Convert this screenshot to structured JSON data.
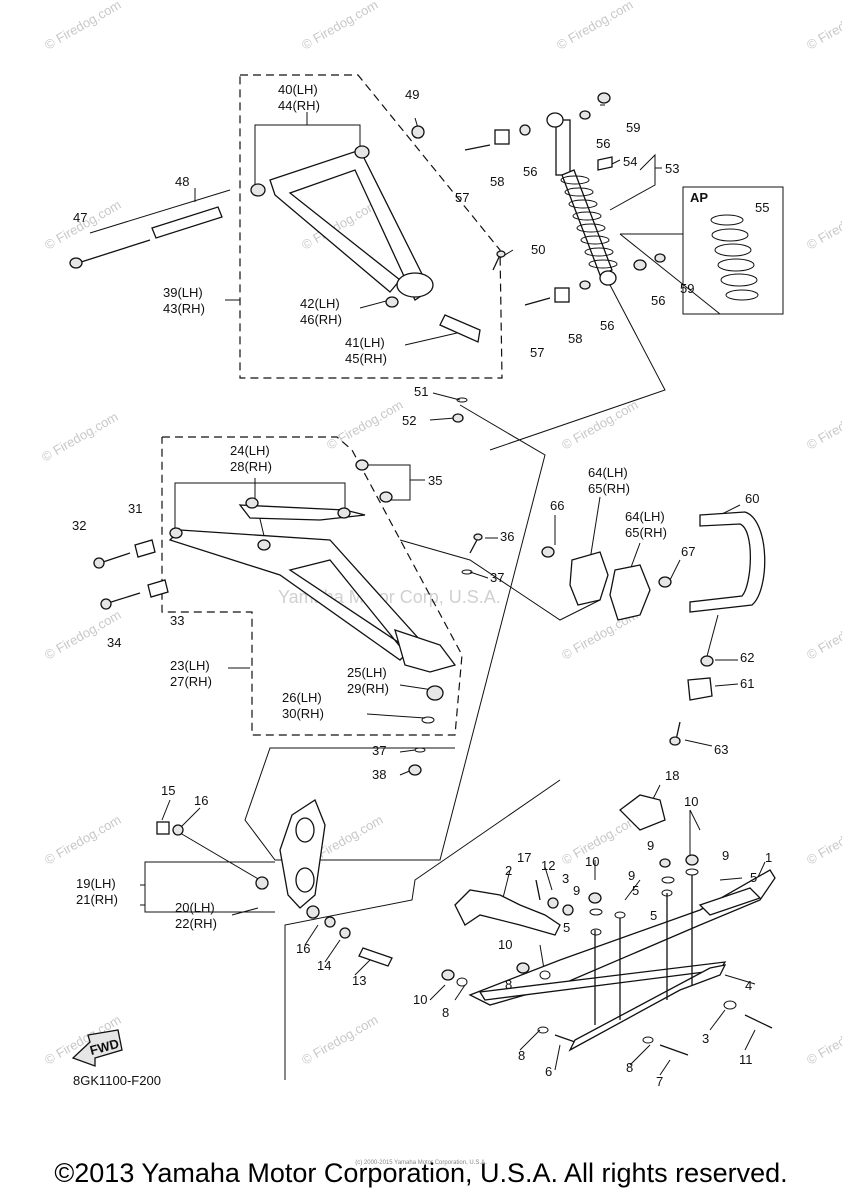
{
  "watermark": {
    "text": "© Firedog.com",
    "center_text": "Yamaha Motor Corp, U.S.A."
  },
  "diagram_code": "8GK1100-F200",
  "fwd_label": "FWD",
  "ap_label": "AP",
  "labels": {
    "l1": "1",
    "l2": "2",
    "l3a": "3",
    "l3b": "3",
    "l4": "4",
    "l5a": "5",
    "l5b": "5",
    "l5c": "5",
    "l5d": "5",
    "l6": "6",
    "l7": "7",
    "l8a": "8",
    "l8b": "8",
    "l8c": "8",
    "l8d": "8",
    "l9a": "9",
    "l9b": "9",
    "l9c": "9",
    "l9d": "9",
    "l10a": "10",
    "l10b": "10",
    "l10c": "10",
    "l10d": "10",
    "l11": "11",
    "l12": "12",
    "l13": "13",
    "l14": "14",
    "l15": "15",
    "l16a": "16",
    "l16b": "16",
    "l17": "17",
    "l18": "18",
    "l19": "19(LH)",
    "l21": "21(RH)",
    "l20": "20(LH)",
    "l22": "22(RH)",
    "l23": "23(LH)",
    "l27": "27(RH)",
    "l24": "24(LH)",
    "l28": "28(RH)",
    "l25": "25(LH)",
    "l29": "29(RH)",
    "l26": "26(LH)",
    "l30": "30(RH)",
    "l31": "31",
    "l32": "32",
    "l33": "33",
    "l34": "34",
    "l35": "35",
    "l36": "36",
    "l37a": "37",
    "l37b": "37",
    "l38": "38",
    "l39": "39(LH)",
    "l43": "43(RH)",
    "l40": "40(LH)",
    "l44": "44(RH)",
    "l41": "41(LH)",
    "l45": "45(RH)",
    "l42": "42(LH)",
    "l46": "46(RH)",
    "l47": "47",
    "l48": "48",
    "l49": "49",
    "l50": "50",
    "l51": "51",
    "l52": "52",
    "l53": "53",
    "l54": "54",
    "l55": "55",
    "l56a": "56",
    "l56b": "56",
    "l56c": "56",
    "l56d": "56",
    "l57a": "57",
    "l57b": "57",
    "l58a": "58",
    "l58b": "58",
    "l59a": "59",
    "l59b": "59",
    "l60": "60",
    "l61": "61",
    "l62": "62",
    "l63": "63",
    "l64a": "64(LH)",
    "l65a": "65(RH)",
    "l64b": "64(LH)",
    "l65b": "65(RH)",
    "l66": "66",
    "l67": "67"
  },
  "tiny_copyright": "(c) 2000-2015 Yamaha Motor Corporation, U.S.A.",
  "footer": "©2013 Yamaha Motor Corporation, U.S.A. All rights reserved."
}
